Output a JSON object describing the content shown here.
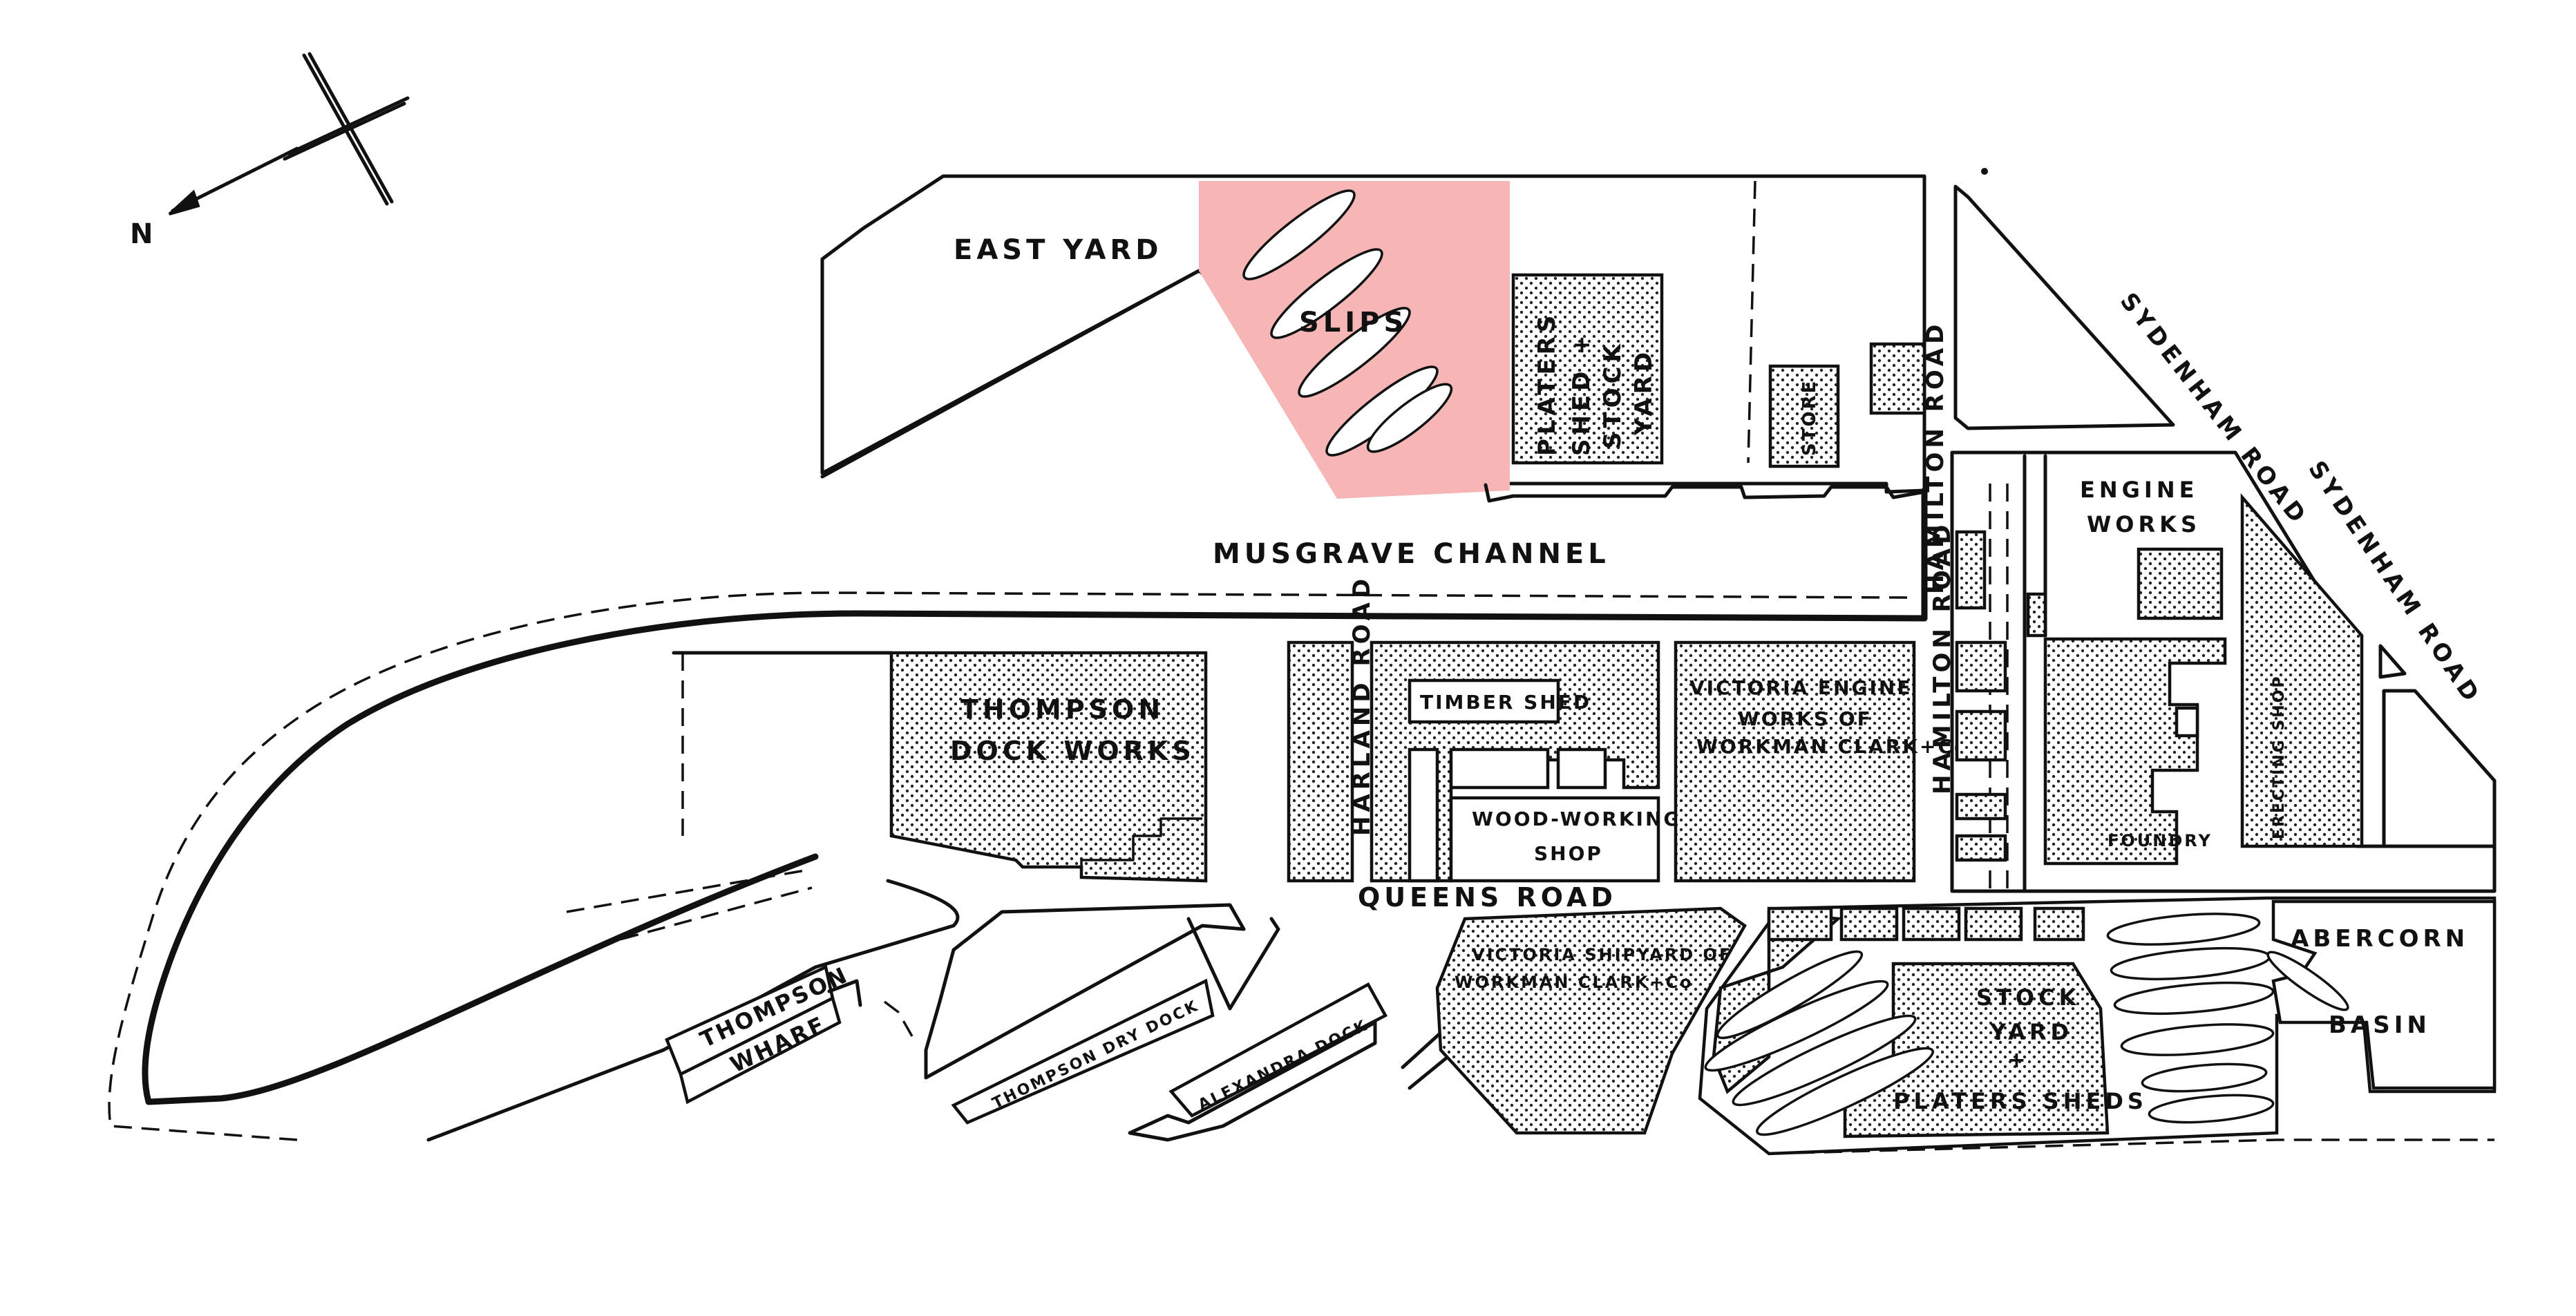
{
  "map": {
    "compass_label": "N",
    "highlight_color": "#f7b6b6",
    "labels": {
      "east_yard": "EAST YARD",
      "slips": "SLIPS",
      "platers_shed_line1": "PLATERS",
      "platers_shed_line2": "SHED +",
      "platers_shed_line3": "STOCK",
      "platers_shed_line4": "YARD",
      "store": "STORE",
      "sydenham_road": "SYDENHAM ROAD",
      "musgrave_channel": "MUSGRAVE CHANNEL",
      "hamilton_road": "HAMILTON ROAD",
      "engine_works_line1": "ENGINE",
      "engine_works_line2": "WORKS",
      "erecting_shop": "ERECTING SHOP",
      "foundry": "FOUNDRY",
      "thompson_dock_works_line1": "THOMPSON",
      "thompson_dock_works_line2": "DOCK WORKS",
      "harland_road": "HARLAND ROAD",
      "timber_shed": "TIMBER SHED",
      "wood_working_shop_line1": "WOOD-WORKING",
      "wood_working_shop_line2": "SHOP",
      "victoria_engine_works_line1": "VICTORIA ENGINE",
      "victoria_engine_works_line2": "WORKS OF",
      "victoria_engine_works_line3": "WORKMAN CLARK+Co",
      "queens_road": "QUEENS ROAD",
      "thompson_wharf_line1": "THOMPSON",
      "thompson_wharf_line2": "WHARF",
      "thompson_dry_dock": "THOMPSON DRY DOCK",
      "alexandra_dock": "ALEXANDRA DOCK",
      "victoria_shipyard_line1": "VICTORIA SHIPYARD OF",
      "victoria_shipyard_line2": "WORKMAN CLARK+Co",
      "stock_yard_line1": "STOCK",
      "stock_yard_line2": "YARD",
      "stock_yard_line3": "+",
      "platers_sheds": "PLATERS SHEDS",
      "abercorn": "ABERCORN",
      "basin": "BASIN"
    }
  }
}
